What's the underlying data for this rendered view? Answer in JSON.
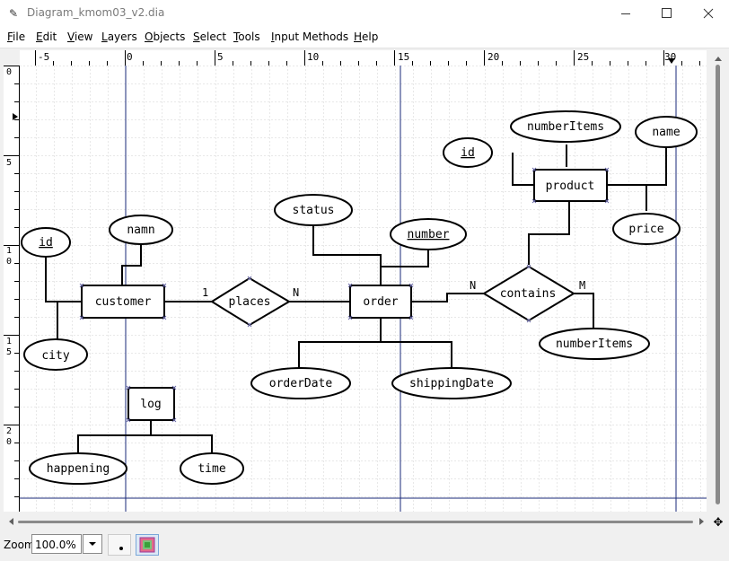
{
  "window": {
    "title": "Diagram_kmom03_v2.dia"
  },
  "menu": [
    "File",
    "Edit",
    "View",
    "Layers",
    "Objects",
    "Select",
    "Tools",
    "Input Methods",
    "Help"
  ],
  "ruler": {
    "h_ticks": [
      "-5",
      "0",
      "5",
      "10",
      "15",
      "20",
      "25",
      "30"
    ],
    "v_ticks": [
      [
        "0"
      ],
      [
        "5"
      ],
      [
        "1",
        "0"
      ],
      [
        "1",
        "5"
      ],
      [
        "2",
        "0"
      ]
    ]
  },
  "diagram": {
    "entities": [
      {
        "id": "customer",
        "label": "customer"
      },
      {
        "id": "order",
        "label": "order"
      },
      {
        "id": "product",
        "label": "product"
      },
      {
        "id": "log",
        "label": "log"
      }
    ],
    "relationships": [
      {
        "id": "places",
        "label": "places"
      },
      {
        "id": "contains",
        "label": "contains"
      }
    ],
    "attributes": [
      {
        "id": "cust-id",
        "label": "id",
        "key": true
      },
      {
        "id": "cust-namn",
        "label": "namn",
        "key": false
      },
      {
        "id": "cust-city",
        "label": "city",
        "key": false
      },
      {
        "id": "order-status",
        "label": "status",
        "key": false
      },
      {
        "id": "order-number",
        "label": "number",
        "key": true
      },
      {
        "id": "order-orderdate",
        "label": "orderDate",
        "key": false
      },
      {
        "id": "order-shippingdate",
        "label": "shippingDate",
        "key": false
      },
      {
        "id": "prod-id",
        "label": "id",
        "key": true
      },
      {
        "id": "prod-numberitems",
        "label": "numberItems",
        "key": false
      },
      {
        "id": "prod-name",
        "label": "name",
        "key": false
      },
      {
        "id": "prod-price",
        "label": "price",
        "key": false
      },
      {
        "id": "contains-numberitems",
        "label": "numberItems",
        "key": false
      },
      {
        "id": "log-happening",
        "label": "happening",
        "key": false
      },
      {
        "id": "log-time",
        "label": "time",
        "key": false
      }
    ],
    "cardinalities": {
      "places_customer": "1",
      "places_order": "N",
      "contains_order": "N",
      "contains_product": "M"
    }
  },
  "statusbar": {
    "zoom_label": "Zoom",
    "zoom_value": "100.0%"
  }
}
